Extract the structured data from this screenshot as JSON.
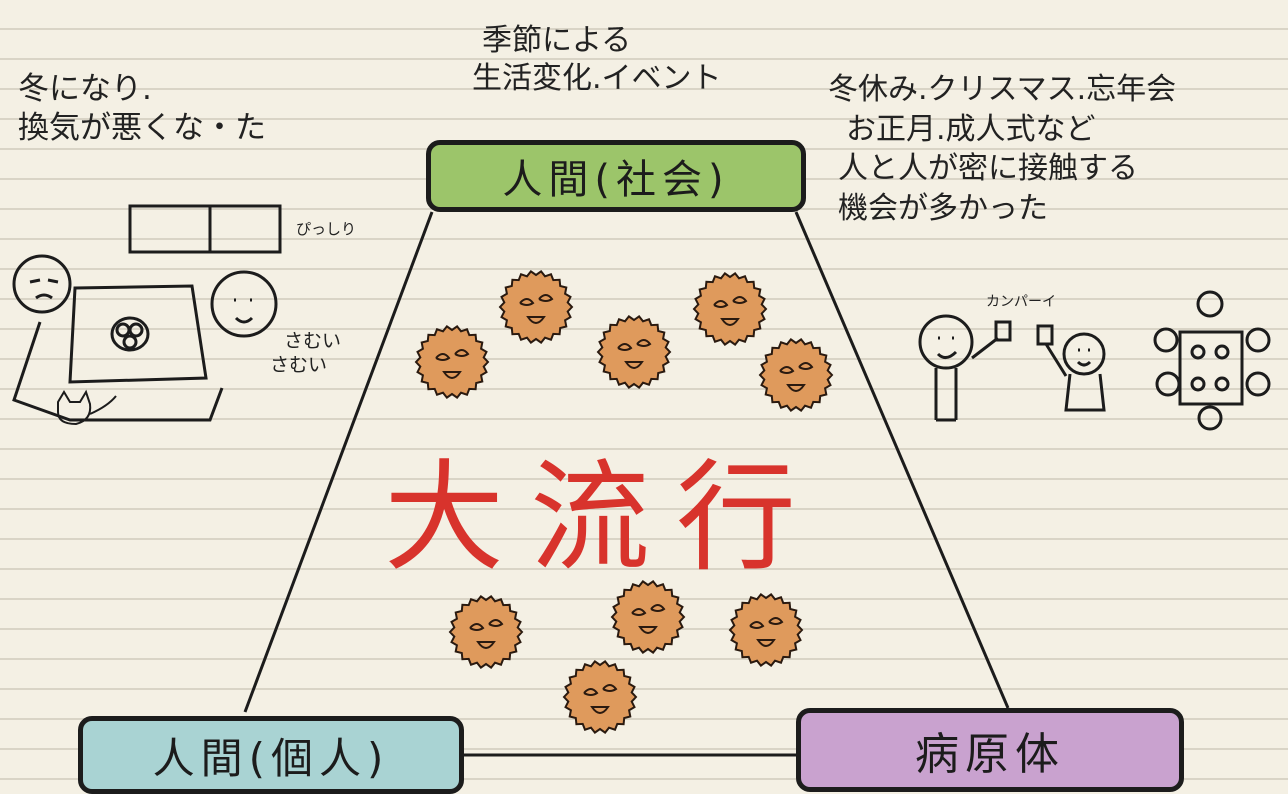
{
  "colors": {
    "society": "#9cc56a",
    "individual": "#a9d3d3",
    "pathogen": "#c9a2cf",
    "virus_fill": "#df9a5c",
    "outbreak": "#d8332c"
  },
  "top": {
    "line1": "季節による",
    "line2": "生活変化.イベント"
  },
  "left": {
    "line1": "冬になり.",
    "line2": "換気が悪くな・た",
    "closed_label": "ぴっしり",
    "cold_line1": "さむい",
    "cold_line2": "さむい"
  },
  "right": {
    "line1": "冬休み.クリスマス.忘年会",
    "line2": "お正月.成人式など",
    "line3": "人と人が密に接触する",
    "line4": "機会が多かった",
    "cheers": "カンパーイ"
  },
  "nodes": {
    "society": "人間(社会)",
    "individual": "人間(個人)",
    "pathogen": "病原体"
  },
  "center": {
    "outbreak": "大流行"
  },
  "icons": [
    "window-icon",
    "kotatsu-icon",
    "cat-icon",
    "person-icon",
    "virus-icon",
    "party-table-icon"
  ]
}
